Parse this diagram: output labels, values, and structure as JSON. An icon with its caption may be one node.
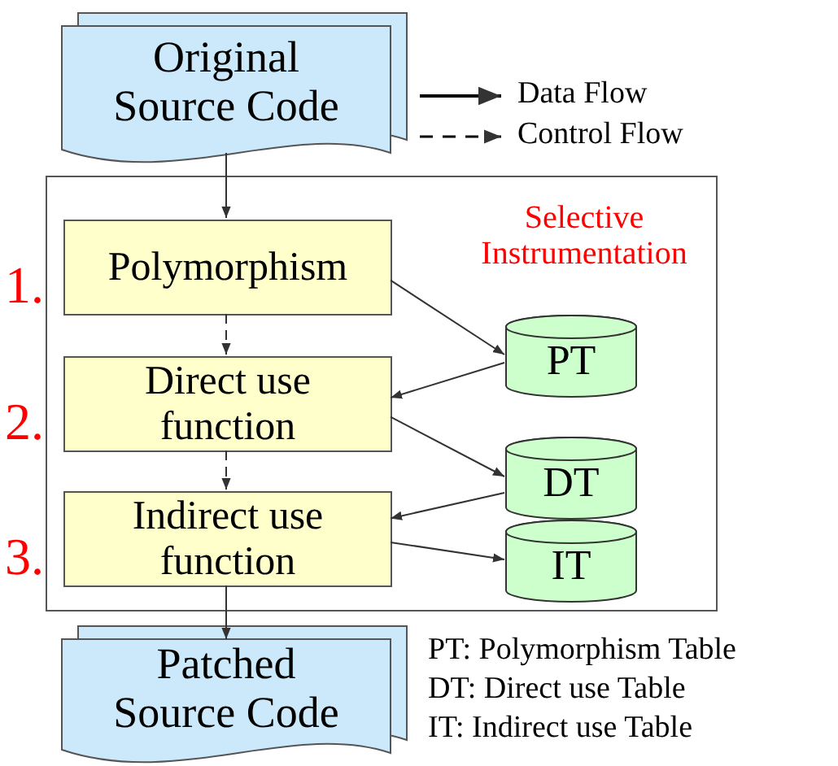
{
  "diagram": {
    "nodes": [
      {
        "text": [
          "Original Source Code"
        ]
      },
      {
        "text": [
          "Selective Instrumentation"
        ]
      },
      {
        "text": [
          "Polymorphism"
        ],
        "in": 1,
        "beside": [
          "1."
        ]
      },
      {
        "text": [
          "Direct use function"
        ],
        "in": 1,
        "beside": [
          "2."
        ]
      },
      {
        "text": [
          "Indirect use function"
        ],
        "in": 1,
        "beside": [
          "3."
        ]
      },
      {
        "text": [
          "PT"
        ],
        "in": 1
      },
      {
        "text": [
          "DT"
        ],
        "in": 1
      },
      {
        "text": [
          "IT"
        ],
        "in": 1
      },
      {
        "text": [
          "Patched Source Code"
        ]
      }
    ],
    "edges": [
      {
        "from": 0,
        "to": 2,
        "arrow": "to"
      },
      {
        "from": 2,
        "to": 3,
        "arrow": "to",
        "style": "dashed"
      },
      {
        "from": 3,
        "to": 4,
        "arrow": "to",
        "style": "dashed"
      },
      {
        "from": 4,
        "to": 8,
        "arrow": "to"
      },
      {
        "from": 2,
        "to": 5,
        "arrow": "to"
      },
      {
        "from": 5,
        "to": 3,
        "arrow": "to"
      },
      {
        "from": 3,
        "to": 6,
        "arrow": "to"
      },
      {
        "from": 6,
        "to": 4,
        "arrow": "to"
      },
      {
        "from": 4,
        "to": 7,
        "arrow": "to"
      }
    ],
    "labels": [
      "PT: Polymorphism Table",
      "DT: Direct use Table",
      "IT: Indirect use Table"
    ],
    "legend": [
      {
        "text": "Data Flow"
      },
      {
        "text": "Control Flow"
      }
    ]
  }
}
